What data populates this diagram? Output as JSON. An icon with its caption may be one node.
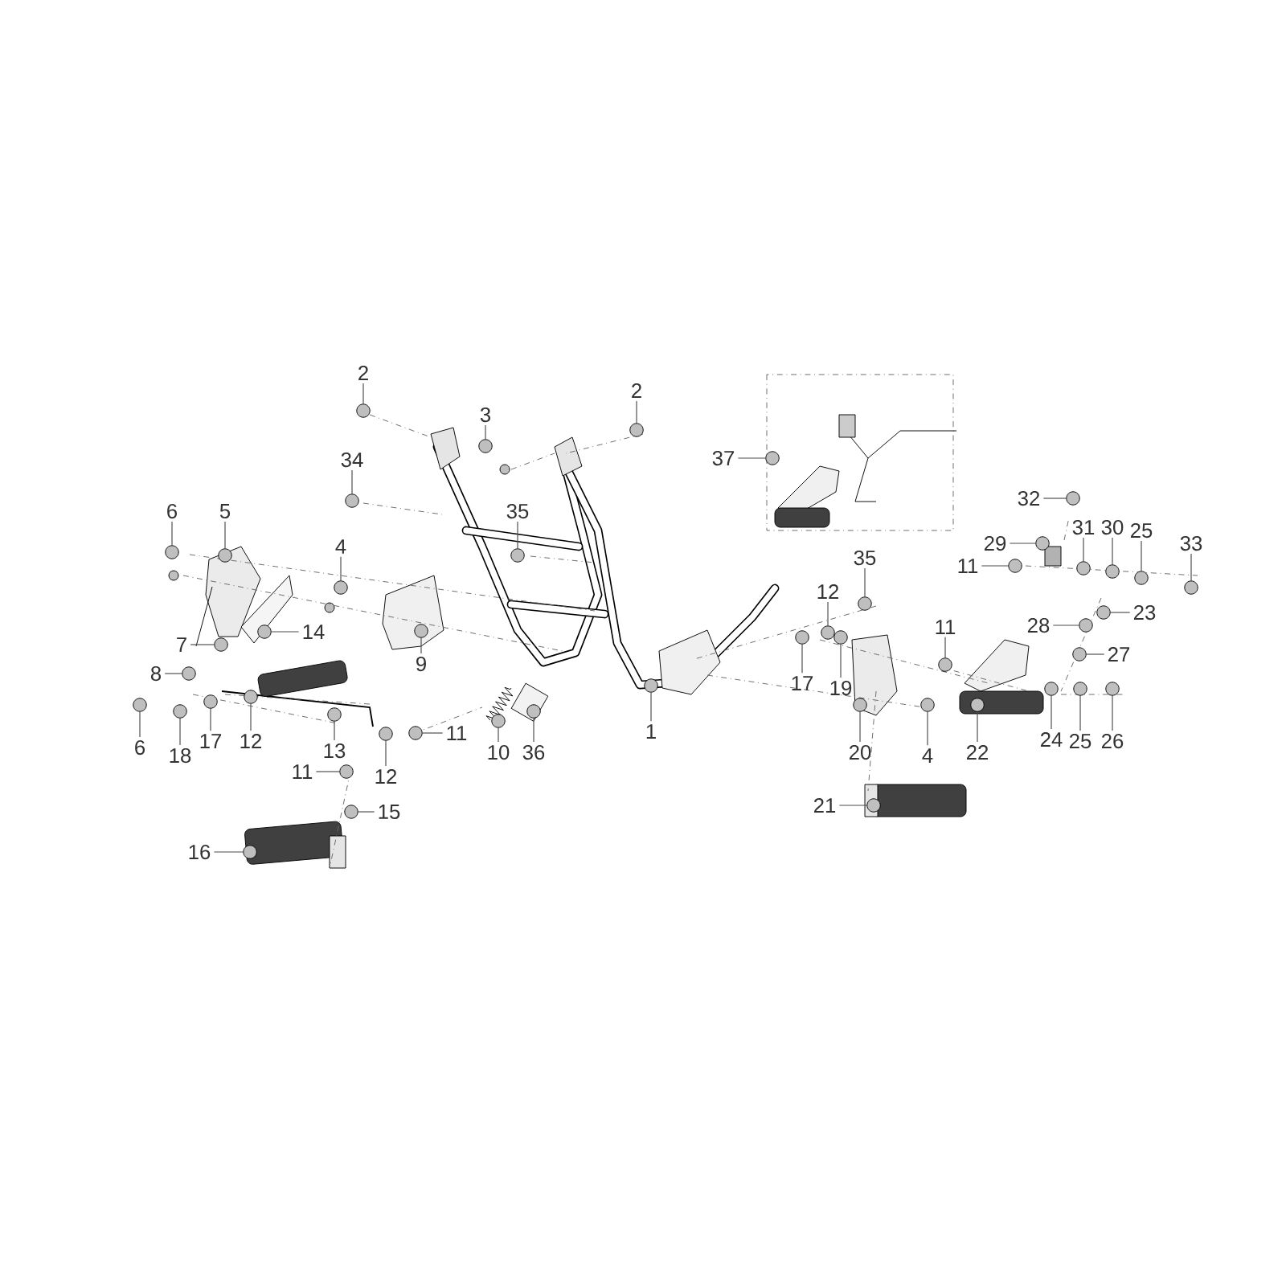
{
  "diagram": {
    "nodes": [
      {
        "text": [
          "2"
        ]
      },
      {
        "text": [
          "3"
        ]
      },
      {
        "text": [
          "34"
        ]
      },
      {
        "text": [
          "6"
        ]
      },
      {
        "text": [
          "5"
        ]
      },
      {
        "text": [
          "35"
        ]
      },
      {
        "text": [
          "4"
        ]
      },
      {
        "text": [
          "14"
        ]
      },
      {
        "text": [
          "7"
        ]
      },
      {
        "text": [
          "9"
        ]
      },
      {
        "text": [
          "8"
        ]
      },
      {
        "text": [
          "6"
        ]
      },
      {
        "text": [
          "17"
        ]
      },
      {
        "text": [
          "18"
        ]
      },
      {
        "text": [
          "12"
        ]
      },
      {
        "text": [
          "13"
        ]
      },
      {
        "text": [
          "11"
        ]
      },
      {
        "text": [
          "10"
        ]
      },
      {
        "text": [
          "36"
        ]
      },
      {
        "text": [
          "11"
        ]
      },
      {
        "text": [
          "12"
        ]
      },
      {
        "text": [
          "15"
        ]
      },
      {
        "text": [
          "16"
        ]
      },
      {
        "text": [
          "2"
        ]
      },
      {
        "text": [
          "37"
        ]
      },
      {
        "text": [
          "32"
        ]
      },
      {
        "text": [
          "29"
        ]
      },
      {
        "text": [
          "31"
        ]
      },
      {
        "text": [
          "30"
        ]
      },
      {
        "text": [
          "25"
        ]
      },
      {
        "text": [
          "33"
        ]
      },
      {
        "text": [
          "11"
        ]
      },
      {
        "text": [
          "35"
        ]
      },
      {
        "text": [
          "12"
        ]
      },
      {
        "text": [
          "23"
        ]
      },
      {
        "text": [
          "28"
        ]
      },
      {
        "text": [
          "11"
        ]
      },
      {
        "text": [
          "27"
        ]
      },
      {
        "text": [
          "1"
        ]
      },
      {
        "text": [
          "17"
        ]
      },
      {
        "text": [
          "19"
        ]
      },
      {
        "text": [
          "20"
        ]
      },
      {
        "text": [
          "4"
        ]
      },
      {
        "text": [
          "22"
        ]
      },
      {
        "text": [
          "24"
        ]
      },
      {
        "text": [
          "25"
        ]
      },
      {
        "text": [
          "26"
        ]
      },
      {
        "text": [
          "21"
        ]
      },
      {
        "text": [],
        "shape": "circle"
      },
      {
        "text": [],
        "shape": "circle"
      },
      {
        "text": [],
        "shape": "circle"
      },
      {
        "text": [],
        "shape": "circle"
      },
      {
        "text": [],
        "shape": "circle"
      },
      {
        "text": [],
        "shape": "circle"
      },
      {
        "text": [],
        "shape": "circle"
      },
      {
        "text": [],
        "shape": "circle"
      },
      {
        "text": [],
        "shape": "circle"
      },
      {
        "text": [],
        "shape": "circle"
      },
      {
        "text": [],
        "shape": "circle"
      },
      {
        "text": [],
        "shape": "circle"
      },
      {
        "text": [],
        "shape": "circle"
      },
      {
        "text": [],
        "shape": "circle"
      },
      {
        "text": [],
        "shape": "circle"
      },
      {
        "text": [],
        "shape": "circle"
      },
      {
        "text": [],
        "shape": "circle"
      },
      {
        "text": [],
        "shape": "circle"
      },
      {
        "text": [],
        "shape": "circle"
      },
      {
        "text": [],
        "shape": "circle"
      },
      {
        "text": [],
        "shape": "circle"
      },
      {
        "text": [],
        "shape": "circle"
      },
      {
        "text": [],
        "shape": "circle"
      },
      {
        "text": [],
        "shape": "circle"
      },
      {
        "text": [],
        "shape": "circle"
      },
      {
        "text": [],
        "shape": "circle"
      },
      {
        "text": [],
        "shape": "circle"
      },
      {
        "text": [],
        "shape": "circle"
      },
      {
        "text": [],
        "shape": "circle"
      },
      {
        "text": [],
        "shape": "circle"
      },
      {
        "text": [],
        "shape": "circle"
      },
      {
        "text": [],
        "shape": "circle"
      },
      {
        "text": [],
        "shape": "circle"
      },
      {
        "text": [],
        "shape": "circle"
      },
      {
        "text": [],
        "shape": "circle"
      },
      {
        "text": [],
        "shape": "circle"
      },
      {
        "text": [],
        "shape": "circle"
      },
      {
        "text": [],
        "shape": "circle"
      },
      {
        "text": [],
        "shape": "circle"
      },
      {
        "text": [],
        "shape": "circle"
      },
      {
        "text": [],
        "shape": "circle"
      },
      {
        "text": [],
        "shape": "circle"
      },
      {
        "text": [],
        "shape": "circle"
      },
      {
        "text": [],
        "shape": "circle"
      },
      {
        "text": [],
        "shape": "circle"
      },
      {
        "text": [],
        "shape": "circle"
      },
      {
        "text": [],
        "shape": "circle"
      },
      {
        "text": [],
        "shape": "circle"
      }
    ],
    "edges": [
      {
        "from": 0,
        "to": 48,
        "arrow": "none"
      },
      {
        "from": 1,
        "to": 49,
        "arrow": "none"
      },
      {
        "from": 2,
        "to": 50,
        "arrow": "none"
      },
      {
        "from": 3,
        "to": 51,
        "arrow": "none"
      },
      {
        "from": 4,
        "to": 52,
        "arrow": "none"
      },
      {
        "from": 5,
        "to": 53,
        "arrow": "none"
      },
      {
        "from": 6,
        "to": 54,
        "arrow": "none"
      },
      {
        "from": 7,
        "to": 55,
        "arrow": "none"
      },
      {
        "from": 8,
        "to": 56,
        "arrow": "none"
      },
      {
        "from": 9,
        "to": 57,
        "arrow": "none"
      },
      {
        "from": 10,
        "to": 58,
        "arrow": "none"
      },
      {
        "from": 11,
        "to": 59,
        "arrow": "none"
      },
      {
        "from": 12,
        "to": 60,
        "arrow": "none"
      },
      {
        "from": 13,
        "to": 61,
        "arrow": "none"
      },
      {
        "from": 14,
        "to": 62,
        "arrow": "none"
      },
      {
        "from": 15,
        "to": 63,
        "arrow": "none"
      },
      {
        "from": 16,
        "to": 64,
        "arrow": "none"
      },
      {
        "from": 17,
        "to": 65,
        "arrow": "none"
      },
      {
        "from": 18,
        "to": 66,
        "arrow": "none"
      },
      {
        "from": 19,
        "to": 67,
        "arrow": "none"
      },
      {
        "from": 20,
        "to": 68,
        "arrow": "none"
      },
      {
        "from": 21,
        "to": 69,
        "arrow": "none"
      },
      {
        "from": 22,
        "to": 70,
        "arrow": "none"
      },
      {
        "from": 23,
        "to": 71,
        "arrow": "none"
      },
      {
        "from": 24,
        "to": 72,
        "arrow": "none"
      },
      {
        "from": 25,
        "to": 73,
        "arrow": "none"
      },
      {
        "from": 26,
        "to": 74,
        "arrow": "none"
      },
      {
        "from": 27,
        "to": 75,
        "arrow": "none"
      },
      {
        "from": 28,
        "to": 76,
        "arrow": "none"
      },
      {
        "from": 29,
        "to": 77,
        "arrow": "none"
      },
      {
        "from": 30,
        "to": 78,
        "arrow": "none"
      },
      {
        "from": 31,
        "to": 79,
        "arrow": "none"
      },
      {
        "from": 32,
        "to": 80,
        "arrow": "none"
      },
      {
        "from": 33,
        "to": 81,
        "arrow": "none"
      },
      {
        "from": 34,
        "to": 82,
        "arrow": "none"
      },
      {
        "from": 35,
        "to": 83,
        "arrow": "none"
      },
      {
        "from": 36,
        "to": 84,
        "arrow": "none"
      },
      {
        "from": 37,
        "to": 85,
        "arrow": "none"
      },
      {
        "from": 38,
        "to": 86,
        "arrow": "none"
      },
      {
        "from": 39,
        "to": 87,
        "arrow": "none"
      },
      {
        "from": 40,
        "to": 88,
        "arrow": "none"
      },
      {
        "from": 41,
        "to": 89,
        "arrow": "none"
      },
      {
        "from": 42,
        "to": 90,
        "arrow": "none"
      },
      {
        "from": 43,
        "to": 91,
        "arrow": "none"
      },
      {
        "from": 44,
        "to": 92,
        "arrow": "none"
      },
      {
        "from": 45,
        "to": 93,
        "arrow": "none"
      },
      {
        "from": 46,
        "to": 94,
        "arrow": "none"
      },
      {
        "from": 47,
        "to": 95,
        "arrow": "none"
      }
    ]
  }
}
